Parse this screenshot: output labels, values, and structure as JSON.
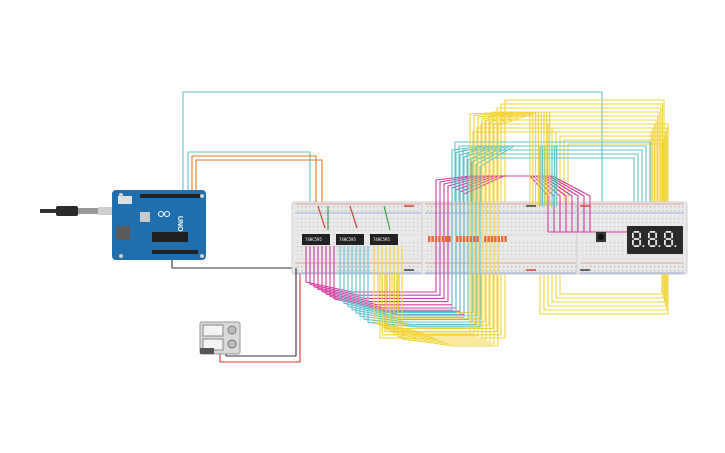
{
  "colors": {
    "board": "#1f6fae",
    "board_dark": "#17578a",
    "breadboard": "#e9e9e9",
    "breadboard_rail": "#dcdcdc",
    "wire_cyan": "#5cc4cf",
    "wire_magenta": "#d63ba0",
    "wire_yellow": "#f2d43a",
    "wire_orange": "#e07a22",
    "wire_black": "#333333",
    "wire_red": "#d83a2a",
    "wire_gray": "#9c9c9c",
    "segment_on": "#e6e6e6",
    "display_body": "#2a2a2a",
    "chip": "#222222",
    "resistor": "#e86a3a"
  },
  "arduino": {
    "brand_text": "UNO",
    "icon": "arduino-infinity-icon"
  },
  "usb": {
    "icon": "usb-cable-icon"
  },
  "chips": [
    {
      "label": "74HC595"
    },
    {
      "label": "74HC595"
    },
    {
      "label": "74HC595"
    }
  ],
  "resistor_groups": 3,
  "display": {
    "digits": 3,
    "text": "8.8.8."
  },
  "power_supply": {
    "icon": "power-supply-icon"
  }
}
